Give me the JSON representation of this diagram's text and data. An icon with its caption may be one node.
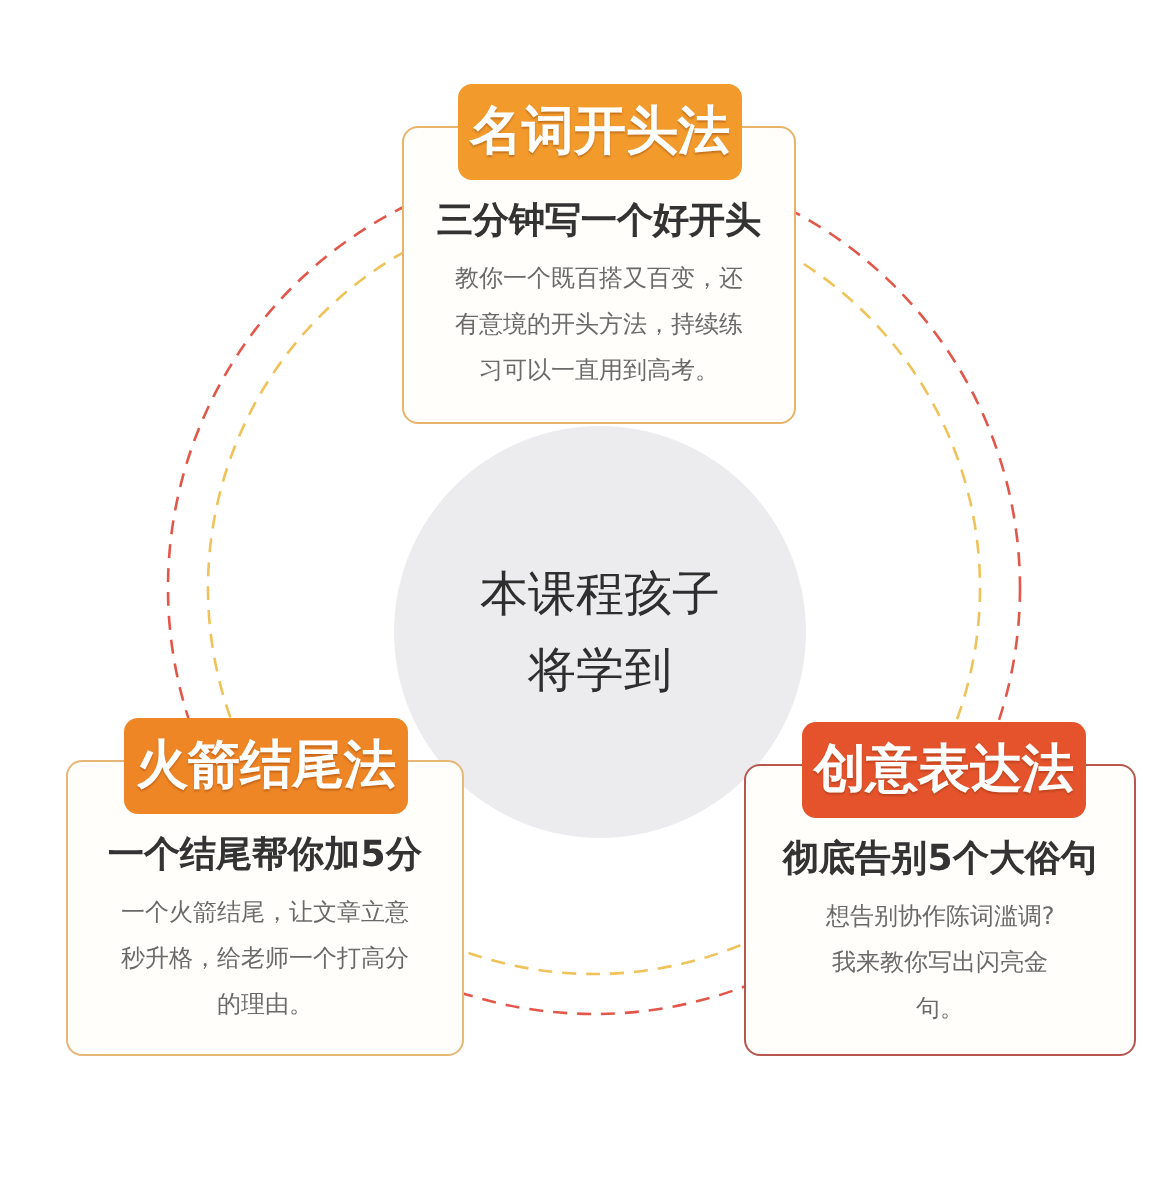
{
  "diagram": {
    "nodes": [
      {
        "text": [
          "名词开头法",
          "三分钟写一个好开头",
          "教你一个既百搭又百变，还有意境的开头方法，持续练习可以一直用到高考。"
        ]
      },
      {
        "text": [
          "本课程孩子将学到"
        ]
      },
      {
        "text": [
          "火箭结尾法",
          "一个结尾帮你加5分",
          "一个火箭结尾，让文章立意秒升格，给老师一个打高分的理由。"
        ]
      },
      {
        "text": [
          "创意表达法",
          "彻底告别5个大俗句",
          "想告别协作陈词滥调?我来教你写出闪亮金句。"
        ]
      }
    ]
  }
}
